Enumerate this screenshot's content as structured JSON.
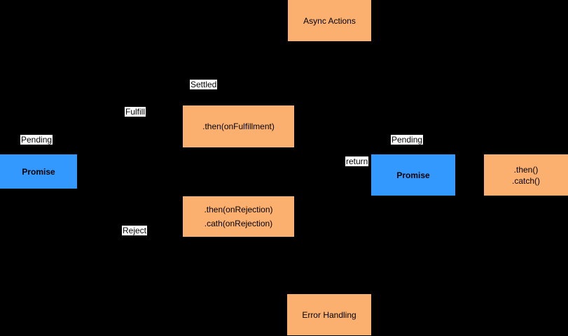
{
  "diagram": {
    "background": "#000000",
    "colors": {
      "handler_fill": "#FCB070",
      "promise_fill": "#3399FF",
      "node_text": "#000000",
      "edge_label_bg": "#FFFFFF",
      "edge_label_text": "#000000"
    },
    "nodes": {
      "async_actions": {
        "label": "Async Actions"
      },
      "then_fulfillment": {
        "label": ".then(onFulfillment)"
      },
      "then_rejection": {
        "line1": ".then(onRejection)",
        "line2": ".cath(onRejection)"
      },
      "promise_left": {
        "label": "Promise"
      },
      "promise_right": {
        "label": "Promise"
      },
      "then_catch": {
        "line1": ".then()",
        "line2": ".catch()"
      },
      "error_handling": {
        "label": "Error Handling"
      }
    },
    "edge_labels": {
      "pending_left": "Pending",
      "fulfill": "Fulfill",
      "settled": "Settled",
      "reject": "Reject",
      "return_label": "return",
      "pending_right": "Pending"
    }
  }
}
